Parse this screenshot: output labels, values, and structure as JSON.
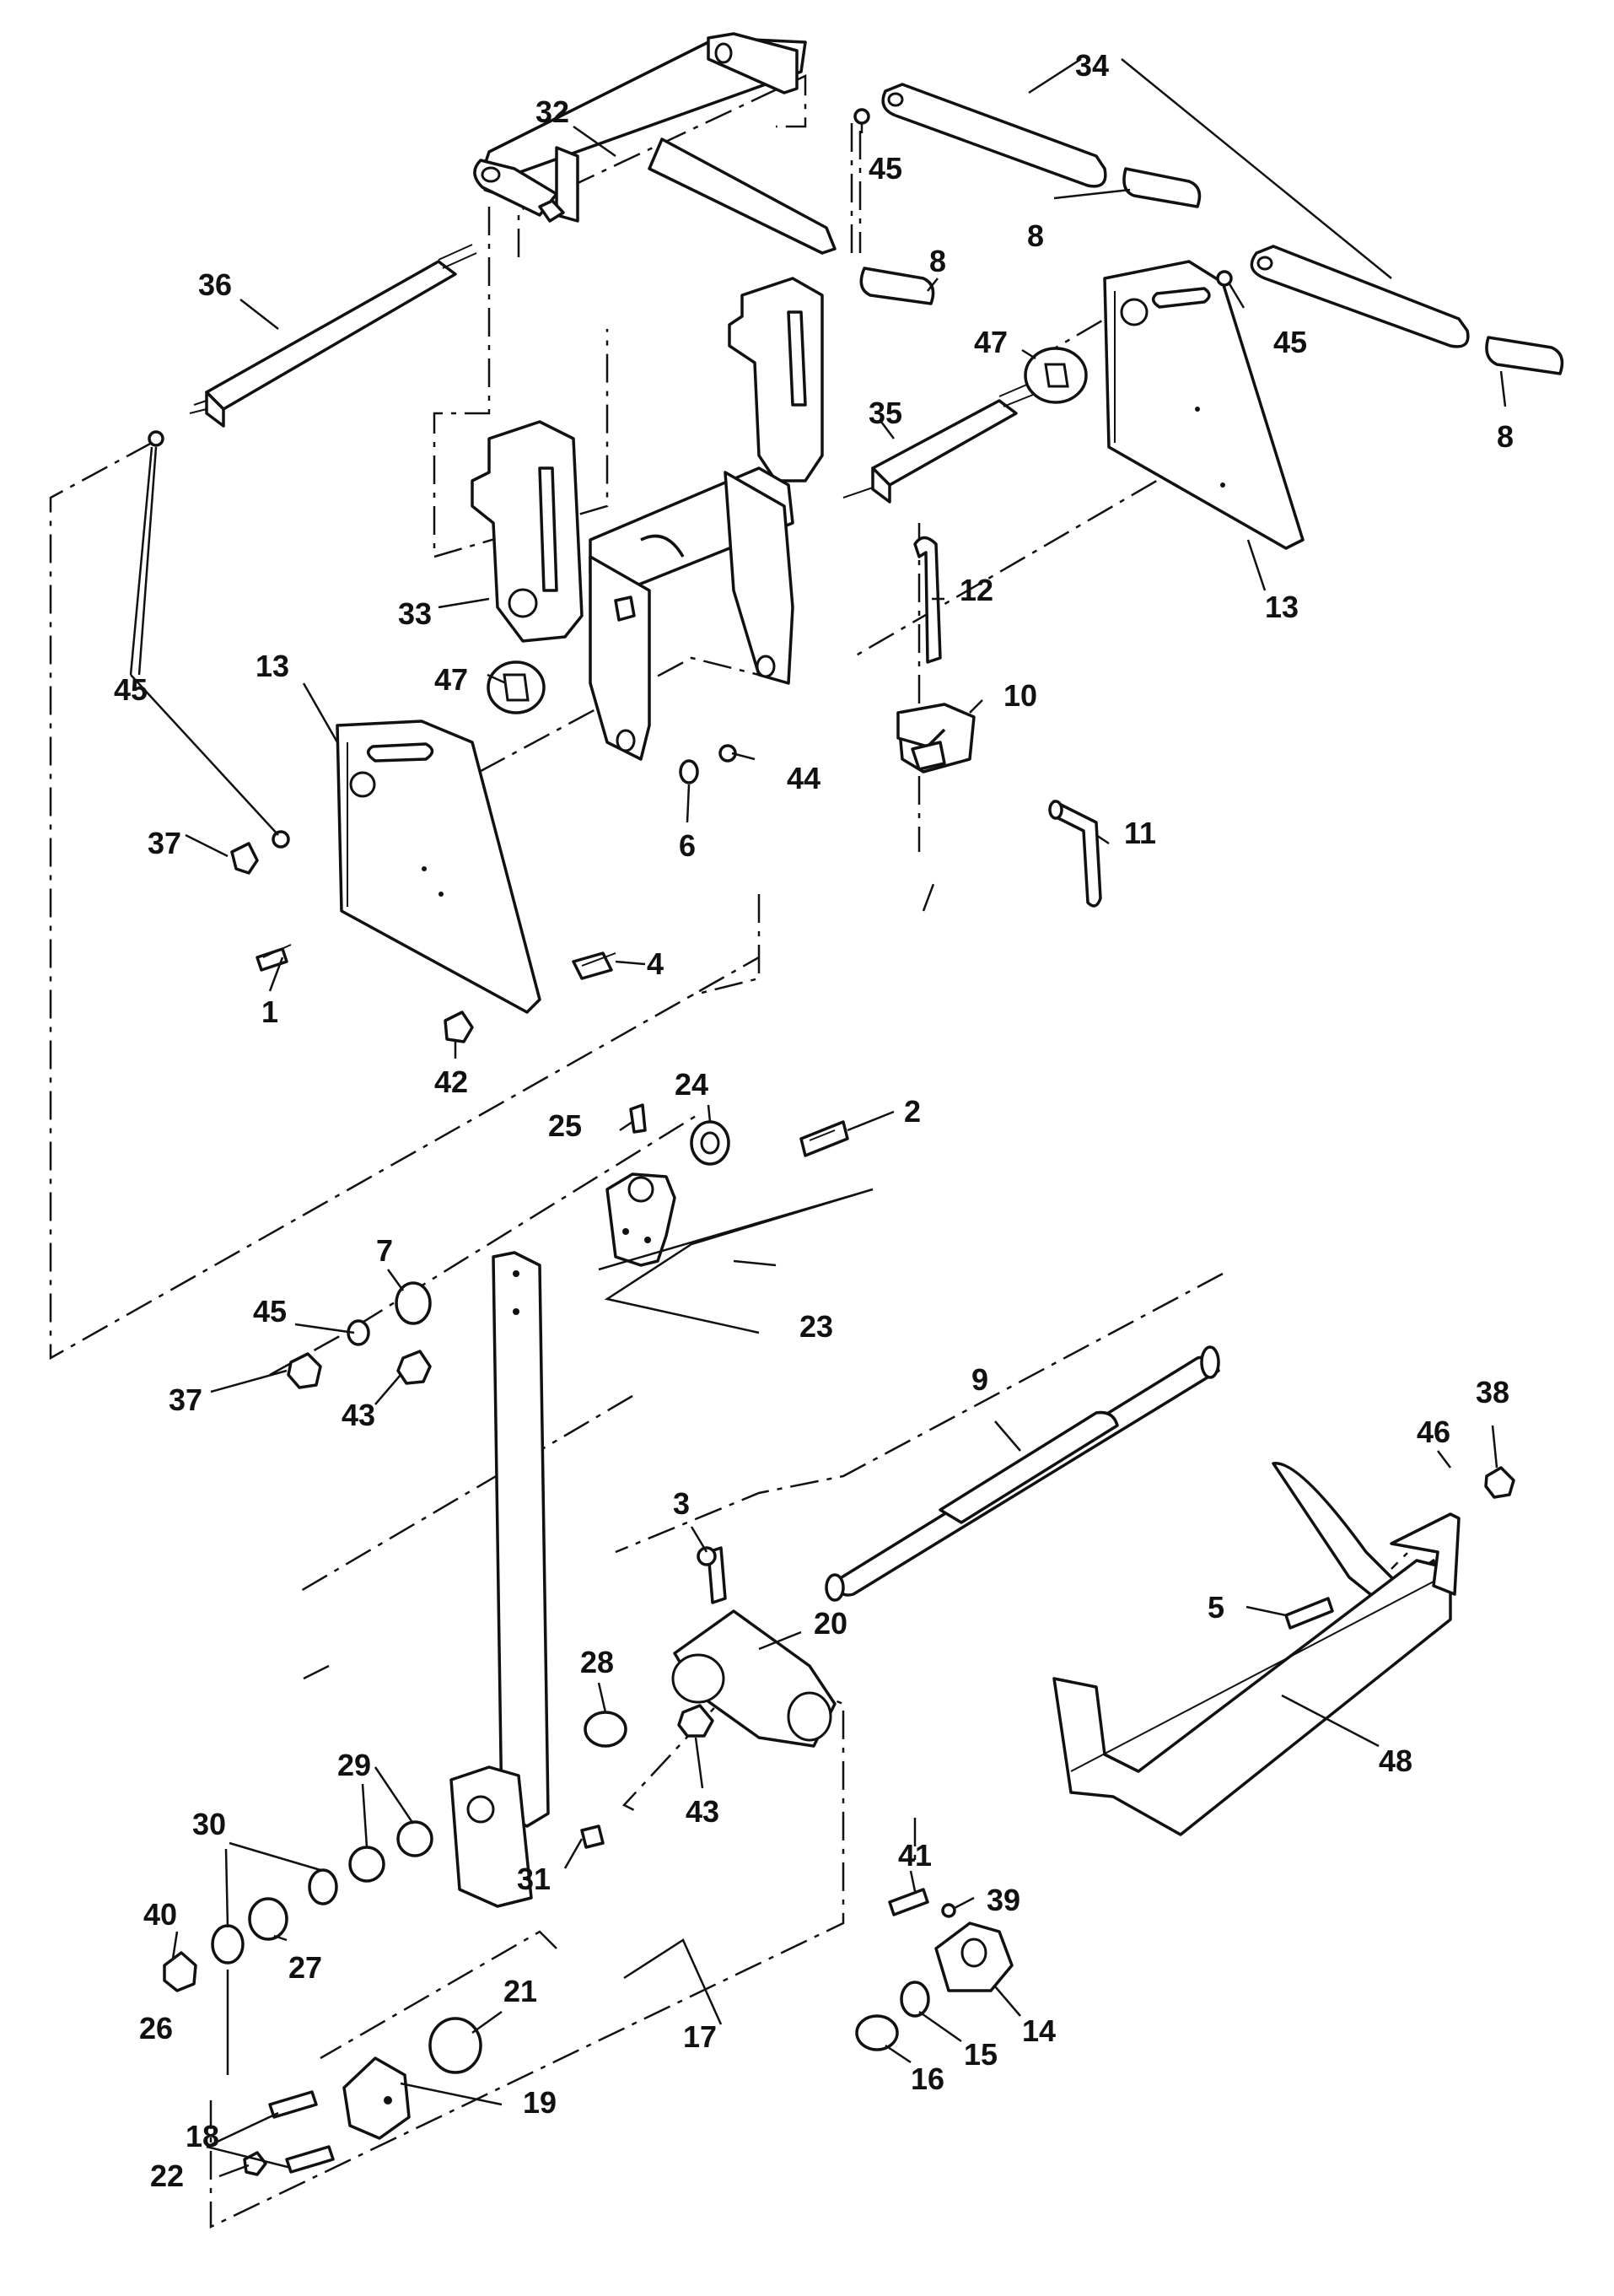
{
  "diagram": {
    "callouts": [
      "1",
      "2",
      "3",
      "4",
      "5",
      "6",
      "7",
      "8",
      "8",
      "8",
      "9",
      "10",
      "11",
      "12",
      "13",
      "13",
      "14",
      "15",
      "16",
      "17",
      "18",
      "19",
      "20",
      "21",
      "22",
      "23",
      "24",
      "25",
      "26",
      "27",
      "28",
      "29",
      "30",
      "31",
      "32",
      "33",
      "34",
      "35",
      "36",
      "37",
      "37",
      "38",
      "39",
      "40",
      "41",
      "42",
      "43",
      "43",
      "44",
      "45",
      "45",
      "45",
      "45",
      "46",
      "47",
      "47",
      "48"
    ]
  }
}
